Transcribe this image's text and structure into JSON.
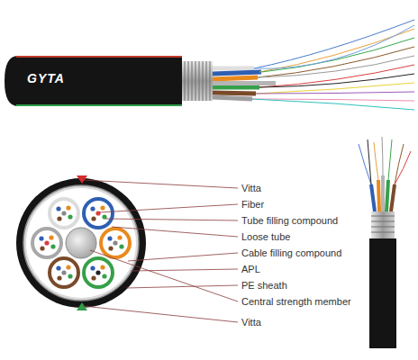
{
  "diagram": {
    "labels": [
      "GYTA",
      "Vitta",
      "Fiber",
      "Tube filling compound",
      "Loose tube",
      "Cable filling compound",
      "APL",
      "PE sheath",
      "Central strength member",
      "Vitta"
    ]
  }
}
